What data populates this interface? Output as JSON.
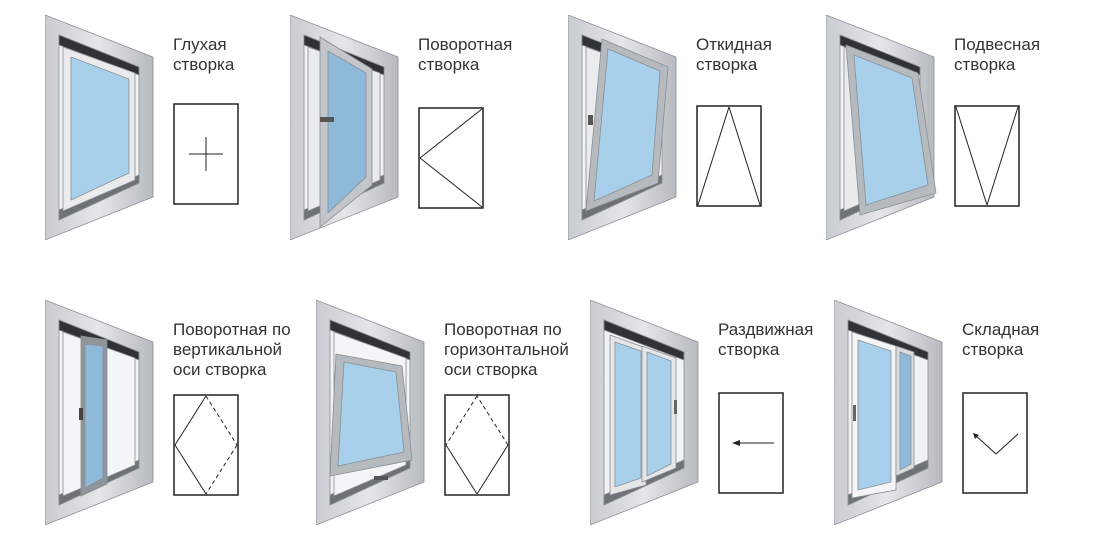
{
  "colors": {
    "frame_light": "#e4e6e8",
    "frame_dark": "#9ea3a8",
    "glass": "#a9d0ea",
    "glass_dark": "#8fb9d8",
    "text": "#333333",
    "line": "#222222"
  },
  "items": [
    {
      "label": "Глухая\nстворка",
      "kind": "fixed"
    },
    {
      "label": "Поворотная\nстворка",
      "kind": "turn"
    },
    {
      "label": "Откидная\nстворка",
      "kind": "tilt"
    },
    {
      "label": "Подвесная\nстворка",
      "kind": "hung"
    },
    {
      "label": "Поворотная по\nвертикальной\nоси створка",
      "kind": "vpivot"
    },
    {
      "label": "Поворотная по\nгоризонтальной\nоси створка",
      "kind": "hpivot"
    },
    {
      "label": "Раздвижная\nстворка",
      "kind": "sliding"
    },
    {
      "label": "Складная\nстворка",
      "kind": "folding"
    }
  ]
}
